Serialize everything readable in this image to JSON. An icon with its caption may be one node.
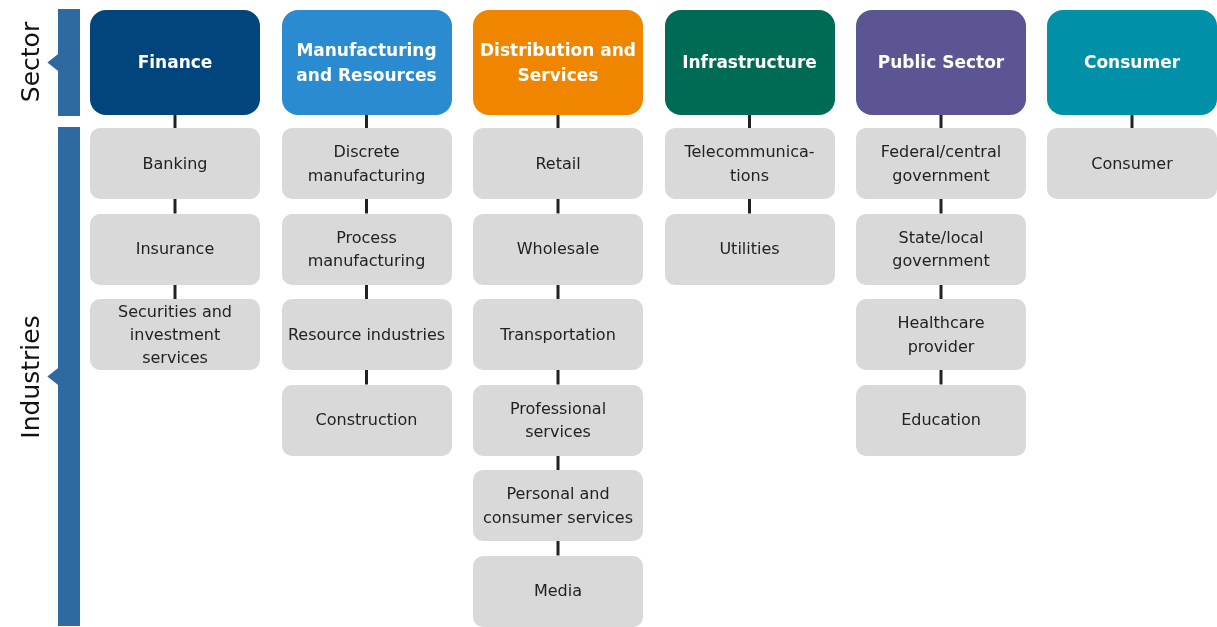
{
  "diagram": {
    "nodes": [
      {
        "text": [
          "Finance"
        ]
      },
      {
        "text": [
          "Manufacturing and Resources"
        ]
      },
      {
        "text": [
          "Distribution and Services"
        ]
      },
      {
        "text": [
          "Infrastructure"
        ]
      },
      {
        "text": [
          "Public Sector"
        ]
      },
      {
        "text": [
          "Consumer"
        ]
      },
      {
        "text": [
          "Banking"
        ]
      },
      {
        "text": [
          "Insurance"
        ]
      },
      {
        "text": [
          "Securities and investment services"
        ]
      },
      {
        "text": [
          "Discrete manufacturing"
        ]
      },
      {
        "text": [
          "Process manufacturing"
        ]
      },
      {
        "text": [
          "Resource industries"
        ]
      },
      {
        "text": [
          "Construction"
        ]
      },
      {
        "text": [
          "Retail"
        ]
      },
      {
        "text": [
          "Wholesale"
        ]
      },
      {
        "text": [
          "Transportation"
        ]
      },
      {
        "text": [
          "Professional services"
        ]
      },
      {
        "text": [
          "Personal and consumer services"
        ]
      },
      {
        "text": [
          "Media"
        ]
      },
      {
        "text": [
          "Telecommunica- tions"
        ]
      },
      {
        "text": [
          "Utilities"
        ]
      },
      {
        "text": [
          "Federal/central government"
        ]
      },
      {
        "text": [
          "State/local government"
        ]
      },
      {
        "text": [
          "Healthcare provider"
        ]
      },
      {
        "text": [
          "Education"
        ]
      },
      {
        "text": [
          "Consumer"
        ]
      }
    ],
    "edges": [
      {
        "from": 0,
        "to": 6,
        "arrow": "none"
      },
      {
        "from": 6,
        "to": 7,
        "arrow": "none"
      },
      {
        "from": 7,
        "to": 8,
        "arrow": "none"
      },
      {
        "from": 1,
        "to": 9,
        "arrow": "none"
      },
      {
        "from": 9,
        "to": 10,
        "arrow": "none"
      },
      {
        "from": 10,
        "to": 11,
        "arrow": "none"
      },
      {
        "from": 11,
        "to": 12,
        "arrow": "none"
      },
      {
        "from": 2,
        "to": 13,
        "arrow": "none"
      },
      {
        "from": 13,
        "to": 14,
        "arrow": "none"
      },
      {
        "from": 14,
        "to": 15,
        "arrow": "none"
      },
      {
        "from": 15,
        "to": 16,
        "arrow": "none"
      },
      {
        "from": 16,
        "to": 17,
        "arrow": "none"
      },
      {
        "from": 17,
        "to": 18,
        "arrow": "none"
      },
      {
        "from": 3,
        "to": 19,
        "arrow": "none"
      },
      {
        "from": 19,
        "to": 20,
        "arrow": "none"
      },
      {
        "from": 4,
        "to": 21,
        "arrow": "none"
      },
      {
        "from": 21,
        "to": 22,
        "arrow": "none"
      },
      {
        "from": 22,
        "to": 23,
        "arrow": "none"
      },
      {
        "from": 23,
        "to": 24,
        "arrow": "none"
      },
      {
        "from": 5,
        "to": 25,
        "arrow": "none"
      }
    ],
    "labels": [
      "Sector",
      "Industries"
    ]
  }
}
